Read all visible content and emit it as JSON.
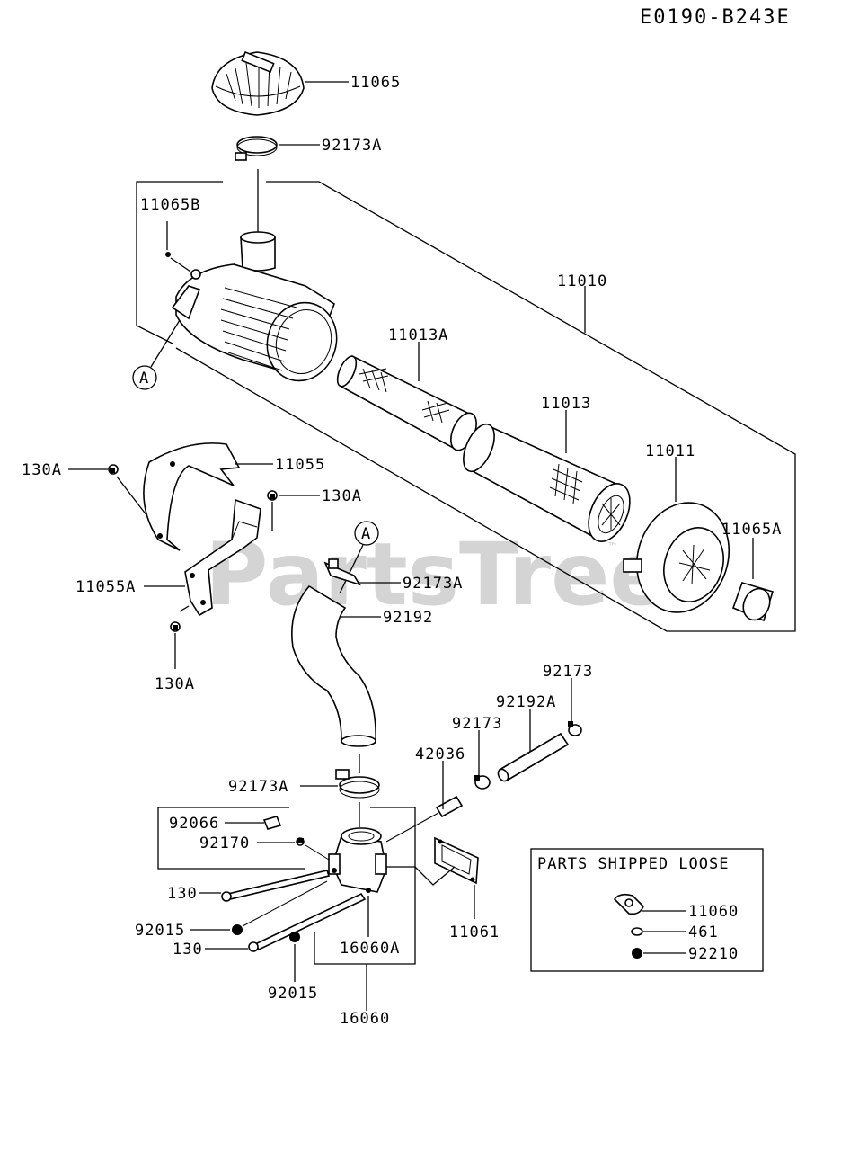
{
  "diagram_code": "E0190-B243E",
  "watermark": "PartsTree",
  "watermark_tm": "™",
  "callout_letter": "A",
  "loose_box_title": "PARTS SHIPPED LOOSE",
  "labels": {
    "p11065": "11065",
    "p92173A_top": "92173A",
    "p11065B": "11065B",
    "p11010": "11010",
    "p11013A": "11013A",
    "p11013": "11013",
    "p11011": "11011",
    "p11065A": "11065A",
    "p130A_left": "130A",
    "p11055": "11055",
    "p130A_right": "130A",
    "p11055A": "11055A",
    "p130A_bottom": "130A",
    "p92173A_mid": "92173A",
    "p92192": "92192",
    "p92173_right": "92173",
    "p92192A": "92192A",
    "p92173_mid": "92173",
    "p42036": "42036",
    "p92173A_low": "92173A",
    "p92066": "92066",
    "p92170": "92170",
    "p130_a": "130",
    "p92015_a": "92015",
    "p130_b": "130",
    "p16060A": "16060A",
    "p11061": "11061",
    "p92015_b": "92015",
    "p16060": "16060",
    "p11060": "11060",
    "p461": "461",
    "p92210": "92210"
  }
}
